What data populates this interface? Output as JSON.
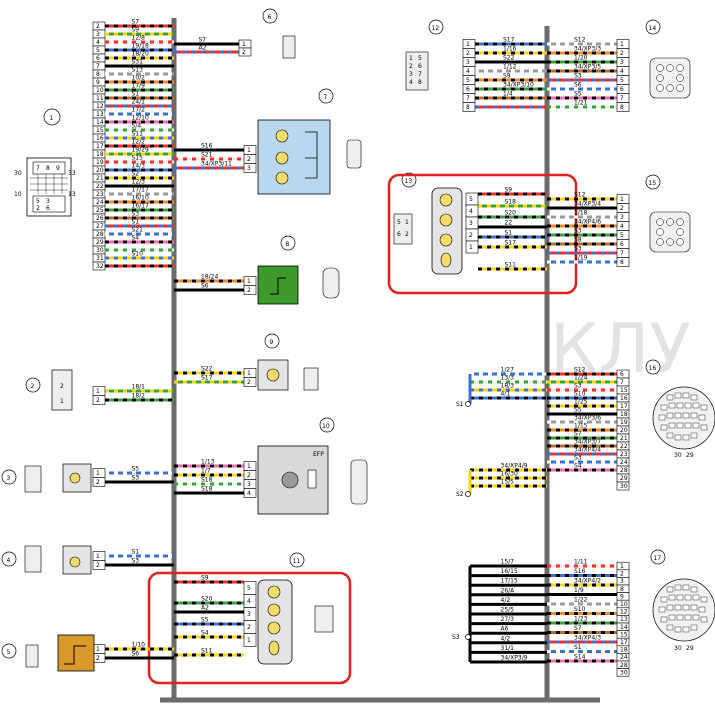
{
  "watermark": "КЛУ",
  "colors": {
    "bus": "#6b6b6b",
    "highlight": "#e0211d",
    "green_block": "#3f9a2c",
    "orange_block": "#d99a2b",
    "relay_box": "#b9d8ef",
    "gray_box": "#d9d9d9"
  },
  "comp1": {
    "num": "1",
    "pins": [
      "2",
      "3",
      "4",
      "5",
      "6",
      "7",
      "8",
      "9",
      "10",
      "11",
      "12",
      "13",
      "14",
      "15",
      "16",
      "17",
      "18",
      "19",
      "20",
      "21",
      "22",
      "23",
      "24",
      "25",
      "26",
      "27",
      "28",
      "29",
      "30",
      "31",
      "32"
    ],
    "wires": [
      "S7",
      "S9",
      "12/8",
      "19/18",
      "18/20",
      "S31",
      "S13",
      "10/2",
      "17/9",
      "S1",
      "24/1",
      "17/2",
      "12/10",
      "5/4",
      "S11",
      "12/2",
      "19/29",
      "S15",
      "14/3",
      "S2",
      "12/3",
      "17/17",
      "16/10",
      "16/17",
      "S3",
      "S1",
      "S21",
      "S4",
      "",
      "S10",
      ""
    ],
    "connector": {
      "cells": [
        "7",
        "8",
        "9",
        "5",
        "3",
        "2",
        "6"
      ],
      "side": [
        "30",
        "33",
        "10",
        "13"
      ]
    }
  },
  "comp2": {
    "num": "2",
    "pins": [
      "1",
      "2"
    ],
    "wires": [
      "18/1",
      "18/2"
    ],
    "icon": [
      "2",
      "1"
    ]
  },
  "comp3": {
    "num": "3",
    "pins": [
      "1",
      "2"
    ],
    "wires": [
      "S5",
      "S3"
    ]
  },
  "comp4": {
    "num": "4",
    "pins": [
      "1",
      "2"
    ],
    "wires": [
      "S1",
      "S3"
    ]
  },
  "comp5": {
    "num": "5",
    "pins": [
      "1",
      "2"
    ],
    "wires": [
      "1/10",
      "S6"
    ]
  },
  "comp6": {
    "num": "6",
    "pins": [
      "1",
      "2"
    ],
    "wires": [
      "S7",
      "A2"
    ]
  },
  "comp7": {
    "num": "7",
    "pins": [
      "1",
      "2",
      "3"
    ],
    "wires": [
      "S16",
      "S21",
      "34/XP3/11"
    ]
  },
  "comp8": {
    "num": "8",
    "pins": [
      "1",
      "2"
    ],
    "wires": [
      "18/24",
      "S6"
    ]
  },
  "comp9": {
    "num": "9",
    "pins": [
      "1",
      "2"
    ],
    "wires": [
      "S22",
      "S17"
    ]
  },
  "comp10": {
    "num": "10",
    "pins": [
      "1",
      "2",
      "3",
      "4"
    ],
    "wires": [
      "1/13",
      "1/7",
      "S18",
      "S18"
    ],
    "label": "EFP"
  },
  "comp11": {
    "num": "11",
    "pins": [
      "5",
      "4",
      "3",
      "2",
      "1"
    ],
    "wires": [
      "S9",
      "S20",
      "A2",
      "S5",
      "S4",
      "S11"
    ]
  },
  "comp12": {
    "num": "12",
    "pins": [
      "1",
      "2",
      "3",
      "4",
      "5",
      "6",
      "7",
      "8"
    ],
    "wires": [
      "S17",
      "1/16",
      "S22",
      "1/12",
      "S9",
      "34/XP3/10",
      "1/4",
      ""
    ],
    "icon": [
      "1",
      "5",
      "2",
      "6",
      "3",
      "7",
      "4",
      "8"
    ]
  },
  "comp13": {
    "num": "13",
    "pins": [
      "5",
      "4",
      "3",
      "2",
      "1"
    ],
    "wires": [
      "S9",
      "S18",
      "S20",
      "22",
      "S1",
      "S17",
      "S11"
    ],
    "icon": [
      "5",
      "1",
      "6",
      "2"
    ]
  },
  "comp14": {
    "num": "14",
    "pins": [
      "1",
      "2",
      "3",
      "4",
      "5",
      "6",
      "7",
      "8"
    ],
    "wires": [
      "S12",
      "34/XP3/3",
      "1/20",
      "34/XP3/5",
      "S3",
      "S6",
      "S5",
      "1/21"
    ]
  },
  "comp15": {
    "num": "15",
    "pins": [
      "1",
      "2",
      "3",
      "4",
      "5",
      "6",
      "7",
      "8"
    ],
    "wires": [
      "S12",
      "34/XP3/4",
      "1/18",
      "34/XP4/6",
      "S3",
      "S8",
      "S3",
      "1/19"
    ]
  },
  "comp16": {
    "num": "16",
    "pins": [
      "6",
      "7",
      "15",
      "16",
      "17",
      "18",
      "19",
      "20",
      "21",
      "22",
      "23",
      "24",
      "28",
      "29",
      "30"
    ],
    "wires": [
      "S12",
      "1/24",
      "S3",
      "S10",
      "1/25",
      "S5",
      "34/XP3/6",
      "1/15",
      "S7",
      "34/XP3/7",
      "34/XP4/4",
      "S3",
      "S4"
    ],
    "splices": [
      "S1",
      "S2"
    ],
    "splice_wires": [
      "1/27",
      "13/3",
      "18/3",
      "4/1",
      "34/XP4/9",
      "16/30",
      "15/5"
    ],
    "pinout": [
      "30",
      "29"
    ]
  },
  "comp17": {
    "num": "17",
    "pins": [
      "1",
      "2",
      "3",
      "8",
      "9",
      "10",
      "12",
      "13",
      "14",
      "15",
      "17",
      "18",
      "24",
      "28",
      "30"
    ],
    "wires": [
      "1/11",
      "S16",
      "34/XP4/2",
      "1/9",
      "1/22",
      "S10",
      "1/23",
      "S7",
      "34/XP4/3",
      "S1",
      "S14"
    ],
    "splice": "S3",
    "splice_wires": [
      "15/7",
      "16/15",
      "17/15",
      "26/A",
      "4/2",
      "25/5",
      "27/3",
      "A6",
      "4/2",
      "31/1",
      "34/XP3/9"
    ],
    "pinout": [
      "30",
      "29"
    ]
  }
}
